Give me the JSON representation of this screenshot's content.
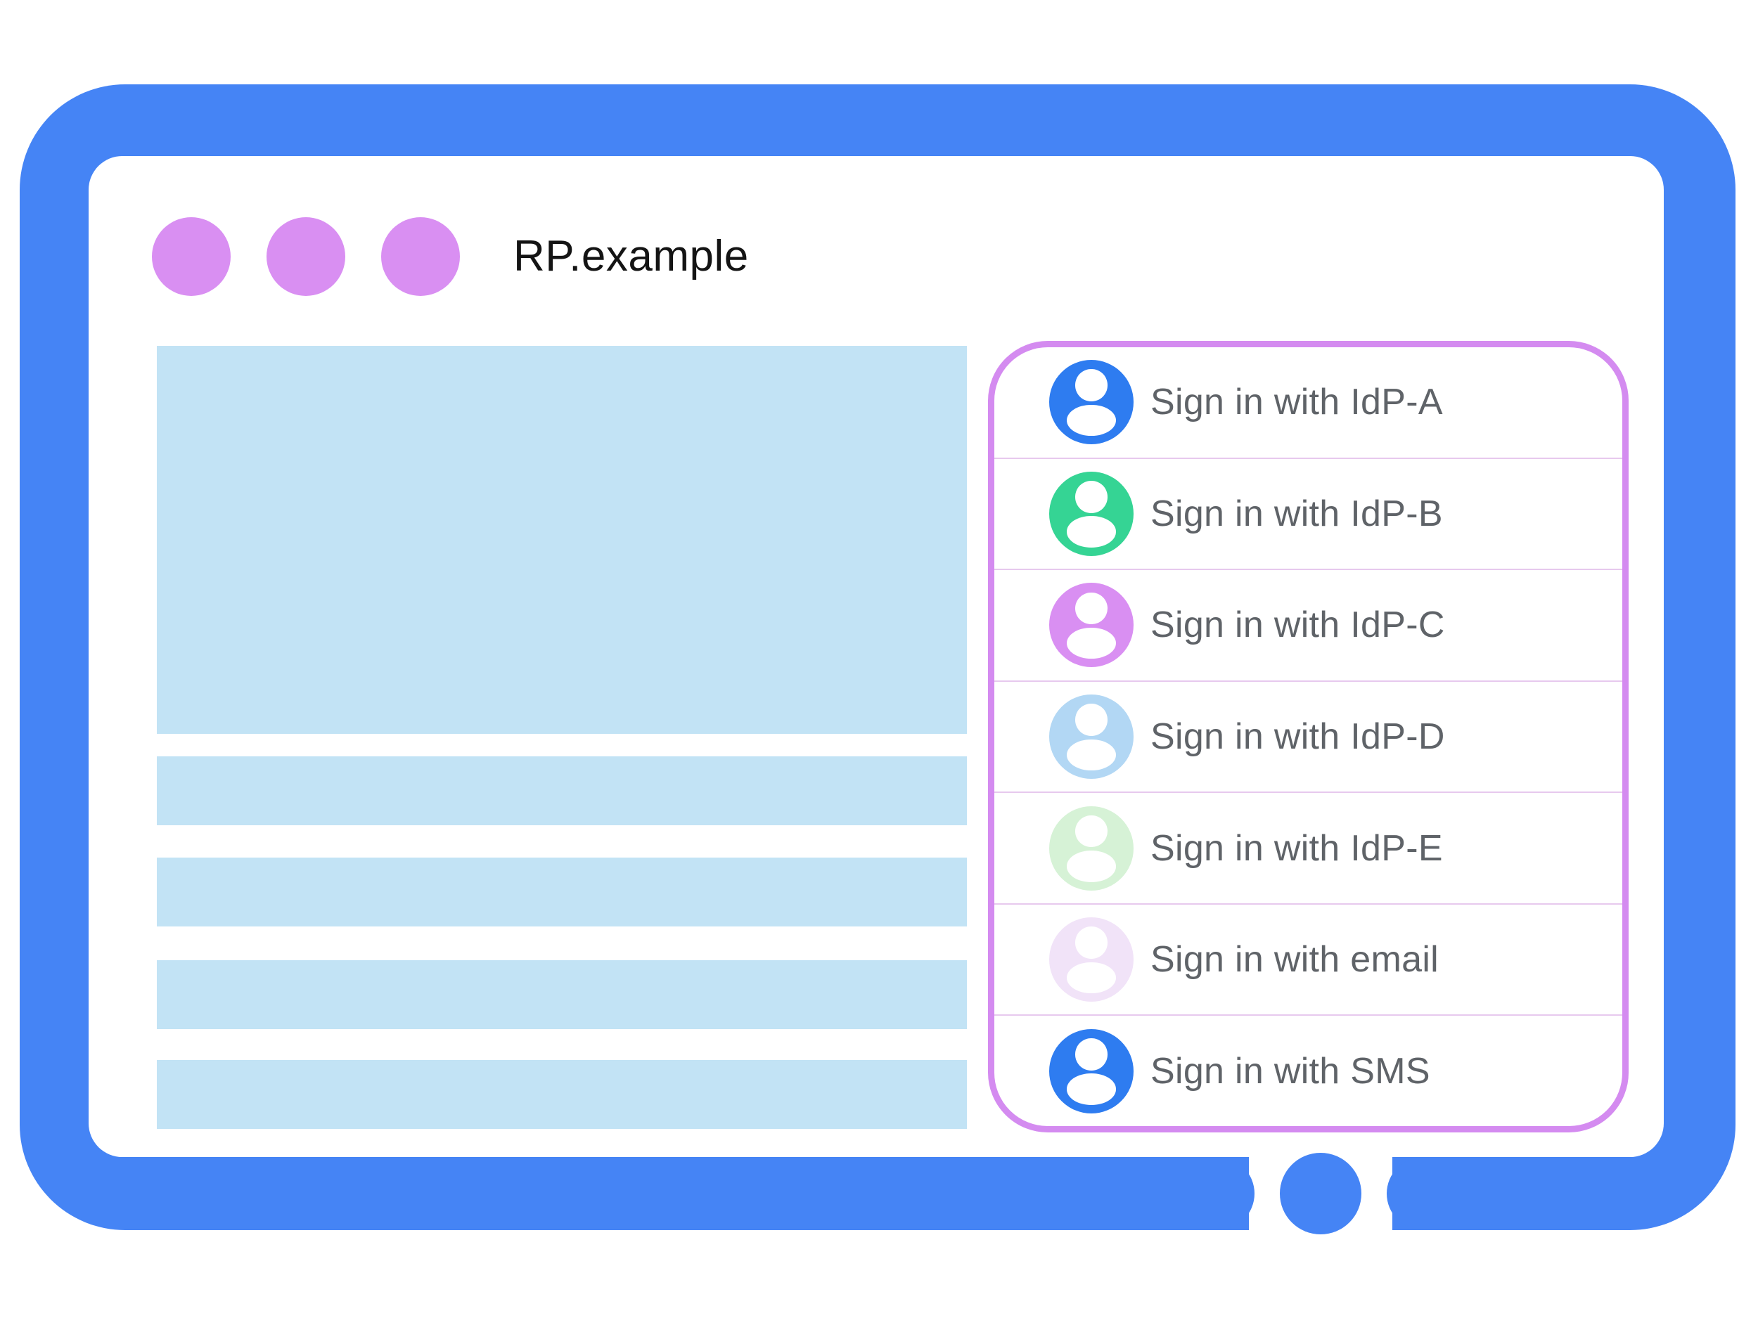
{
  "window": {
    "title": "RP.example",
    "control_dot_count": 3
  },
  "colors": {
    "frame_blue": "#4584f5",
    "window_dot_purple": "#d98ff2",
    "placeholder_blue": "#c2e3f5",
    "panel_border_pink": "#d48bf0",
    "divider_pink": "#e7c9ee",
    "label_gray": "#5f6368",
    "title_black": "#141414"
  },
  "content": {
    "placeholder_block_count": 5
  },
  "signin_panel": {
    "items": [
      {
        "label": "Sign in with IdP-A",
        "avatar": "person-icon",
        "avatar_color": "#2e7cf0",
        "avatar_style": "background-color:#2e7cf0"
      },
      {
        "label": "Sign in with IdP-B",
        "avatar": "person-icon",
        "avatar_color": "#35d494",
        "avatar_style": "background-color:#35d494"
      },
      {
        "label": "Sign in with IdP-C",
        "avatar": "person-icon",
        "avatar_color": "#d98ff2",
        "avatar_style": "background-color:#d98ff2"
      },
      {
        "label": "Sign in with IdP-D",
        "avatar": "person-icon",
        "avatar_color": "#b2d7f4",
        "avatar_style": "background-color:#b2d7f4"
      },
      {
        "label": "Sign in with IdP-E",
        "avatar": "person-icon",
        "avatar_color": "#d6f2d6",
        "avatar_style": "background-color:#d6f2d6"
      },
      {
        "label": "Sign in with email",
        "avatar": "person-icon",
        "avatar_color": "#f1e3f8",
        "avatar_style": "background-color:#f1e3f8"
      },
      {
        "label": "Sign in with SMS",
        "avatar": "person-icon",
        "avatar_color": "#2e7cf0",
        "avatar_style": "background-color:#2e7cf0"
      }
    ]
  }
}
